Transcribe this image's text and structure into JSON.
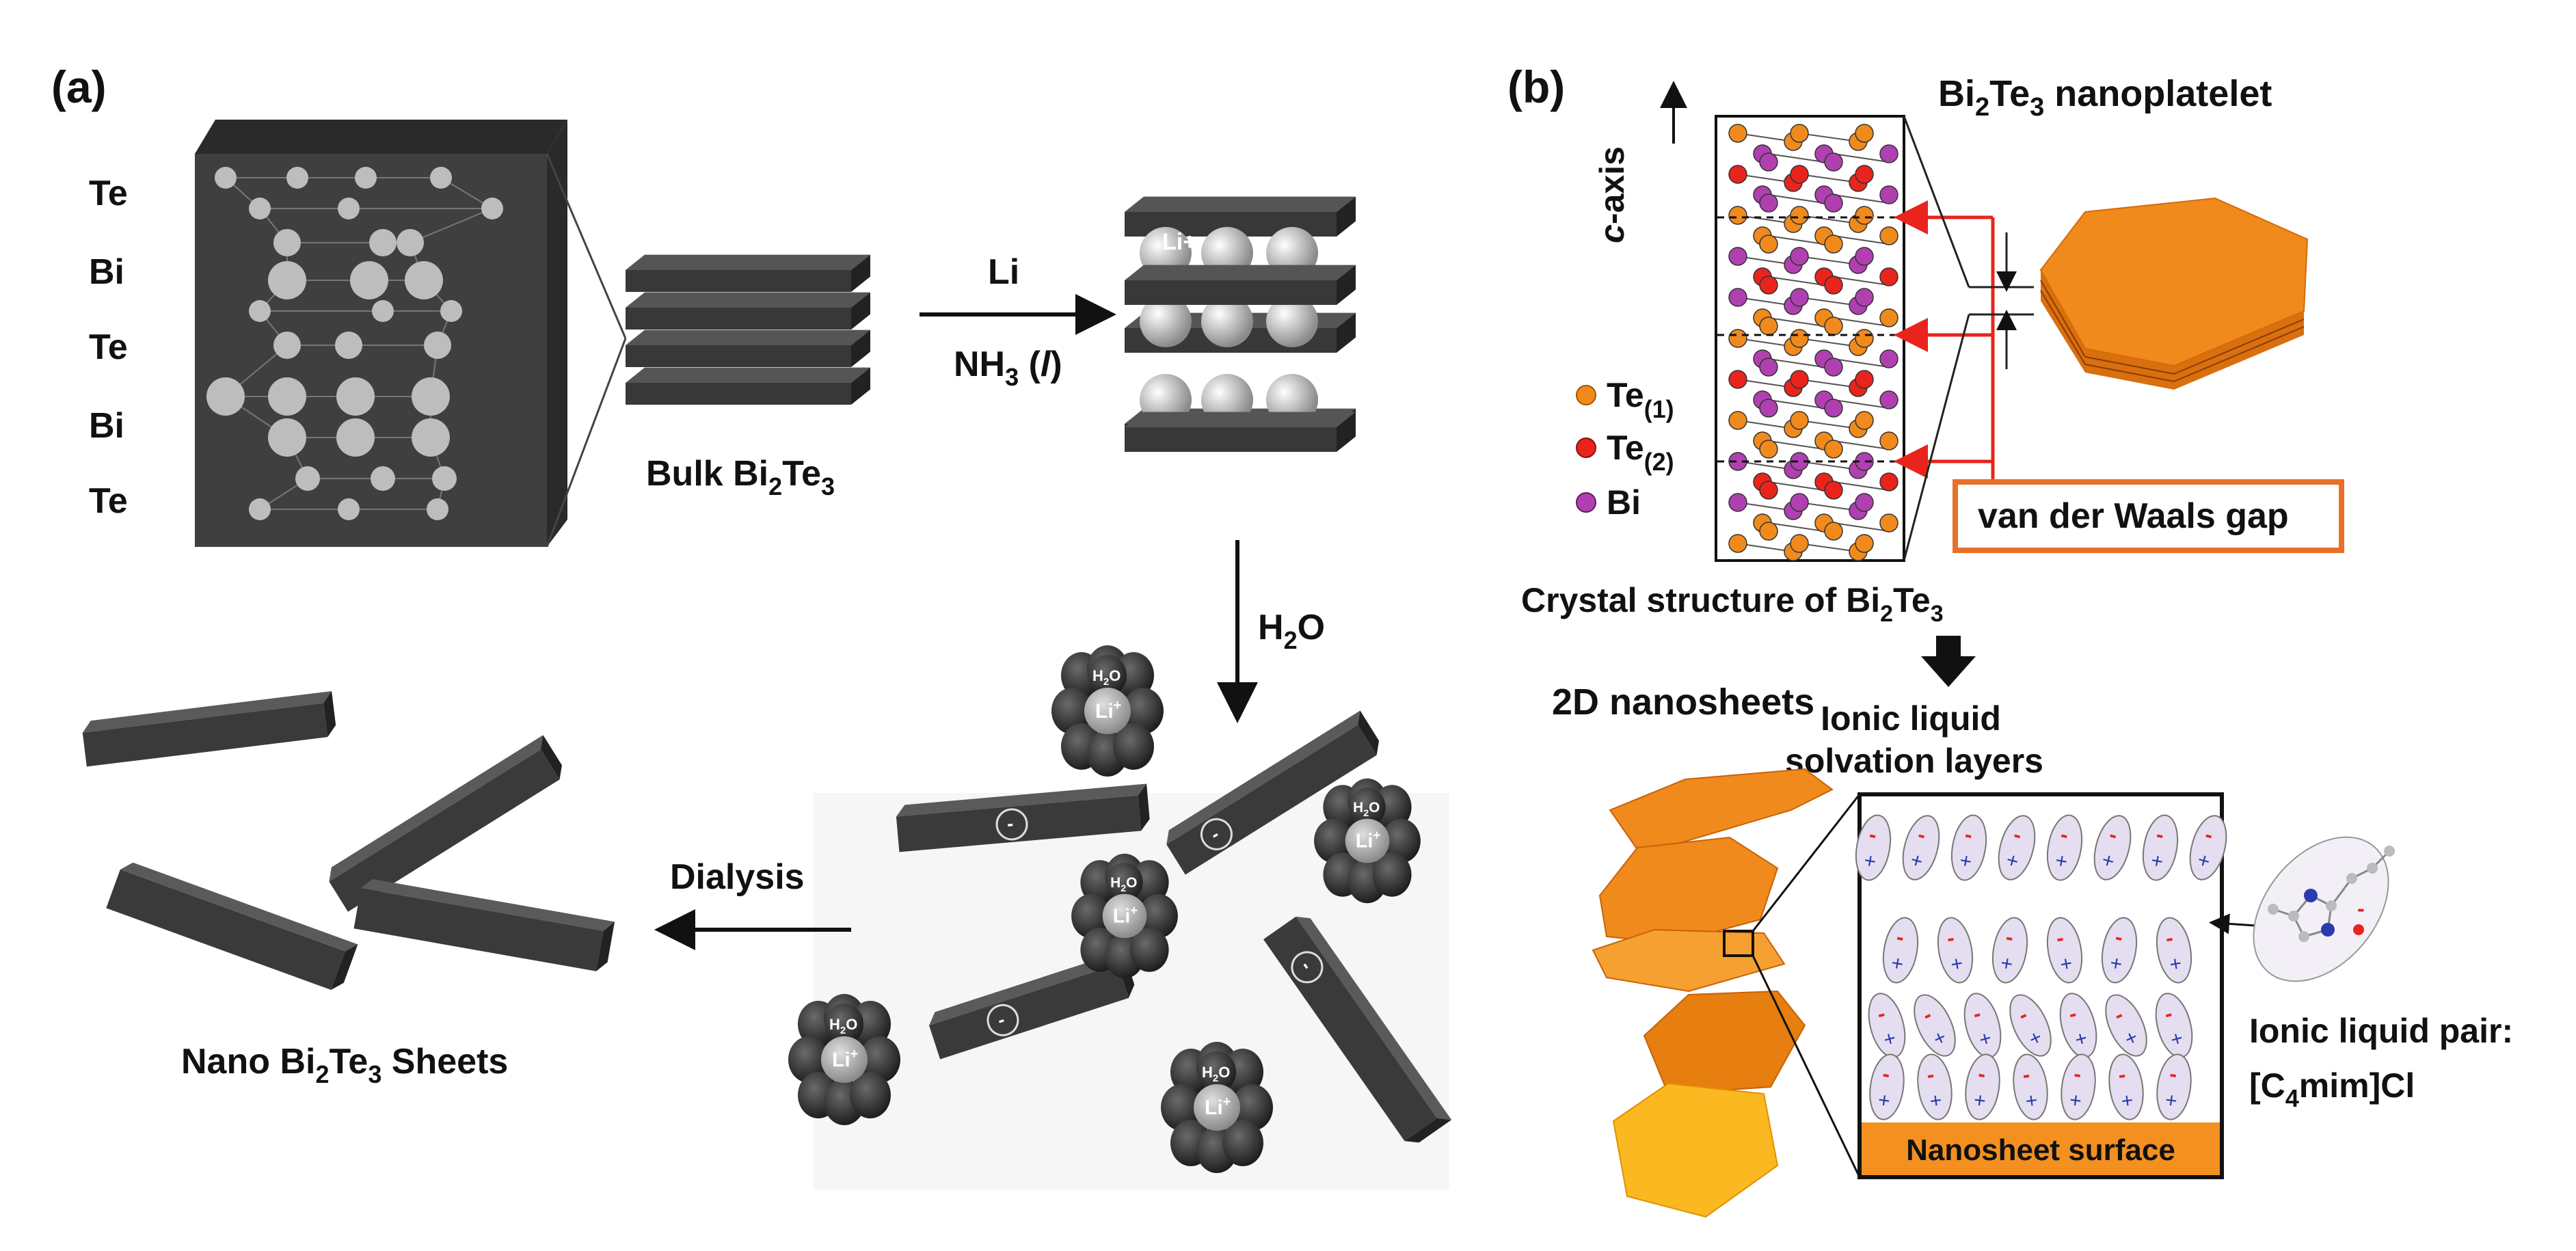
{
  "panel_a": {
    "label": "(a)",
    "layer_labels": [
      "Te",
      "Bi",
      "Te",
      "Bi",
      "Te"
    ],
    "bulk_label": {
      "base": "Bulk Bi",
      "sub1": "2",
      "mid": "Te",
      "sub2": "3"
    },
    "step1": {
      "reagent": "Li",
      "solvent": {
        "base": "NH",
        "sub": "3",
        "rest": " (",
        "italic": "l",
        "end": ")"
      }
    },
    "li_ion": "Li+",
    "step2": {
      "base": "H",
      "sub": "2",
      "rest": "O"
    },
    "step3": "Dialysis",
    "charge": "-",
    "product_label": {
      "pre": "Nano Bi",
      "sub1": "2",
      "mid": "Te",
      "sub2": "3",
      "post": " Sheets"
    },
    "solvated_ion": {
      "water": {
        "base": "H",
        "sub": "2",
        "rest": "O"
      },
      "ion": "Li",
      "charge_sup": "+"
    }
  },
  "panel_b": {
    "label": "(b)",
    "axis_label": "c-axis",
    "nanoplatelet_title": {
      "pre": "Bi",
      "sub1": "2",
      "mid": "Te",
      "sub2": "3",
      "post": " nanoplatelet"
    },
    "legend": [
      {
        "label": "Te",
        "sub": "(1)",
        "color": "#f08a1c"
      },
      {
        "label": "Te",
        "sub": "(2)",
        "color": "#e8241c"
      },
      {
        "label": "Bi",
        "sub": "",
        "color": "#b040b0"
      }
    ],
    "vdw_label": "van der Waals gap",
    "crystal_caption": {
      "pre": "Crystal structure of Bi",
      "sub1": "2",
      "mid": "Te",
      "sub2": "3"
    },
    "nanosheets_label": "2D nanosheets",
    "ionic_layers_label": [
      "Ionic liquid",
      "solvation layers"
    ],
    "surface_label": "Nanosheet surface",
    "pair_label": {
      "line1": "Ionic liquid pair:",
      "pre": "[C",
      "sub": "4",
      "post": "mim]Cl"
    },
    "plus": "+",
    "minus": "-"
  },
  "colors": {
    "dark_slab": "#3a3a3a",
    "orange": "#f08a1c",
    "red_arrow": "#e8241c",
    "vdw_border": "#e8702a",
    "ion_fill": "#e4def0",
    "surface": "#f39020"
  }
}
